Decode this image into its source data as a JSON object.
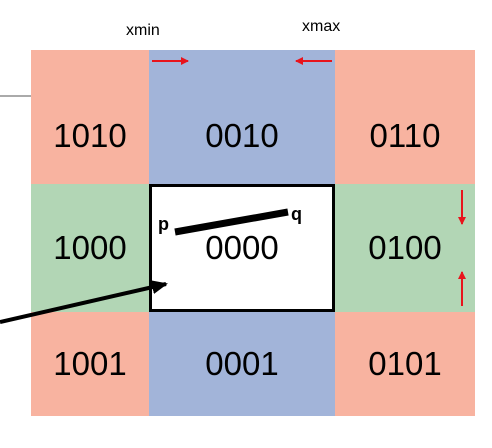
{
  "header": {
    "xmin_label": "xmin",
    "xmax_label": "xmax"
  },
  "regions": [
    {
      "code": "1010",
      "color": "#f8b3a0"
    },
    {
      "code": "0010",
      "color": "#a2b4d9"
    },
    {
      "code": "0110",
      "color": "#f8b3a0"
    },
    {
      "code": "1000",
      "color": "#b2d6b5"
    },
    {
      "code": "0000",
      "color": "#ffffff"
    },
    {
      "code": "0100",
      "color": "#b2d6b5"
    },
    {
      "code": "1001",
      "color": "#f8b3a0"
    },
    {
      "code": "0001",
      "color": "#a2b4d9"
    },
    {
      "code": "0101",
      "color": "#f8b3a0"
    }
  ],
  "segment": {
    "start_label": "p",
    "end_label": "q"
  },
  "colors": {
    "arrow": "#e8141c",
    "corner": "#f8b3a0",
    "side": "#b2d6b5",
    "topbottom": "#a2b4d9",
    "window_border": "#000000"
  }
}
